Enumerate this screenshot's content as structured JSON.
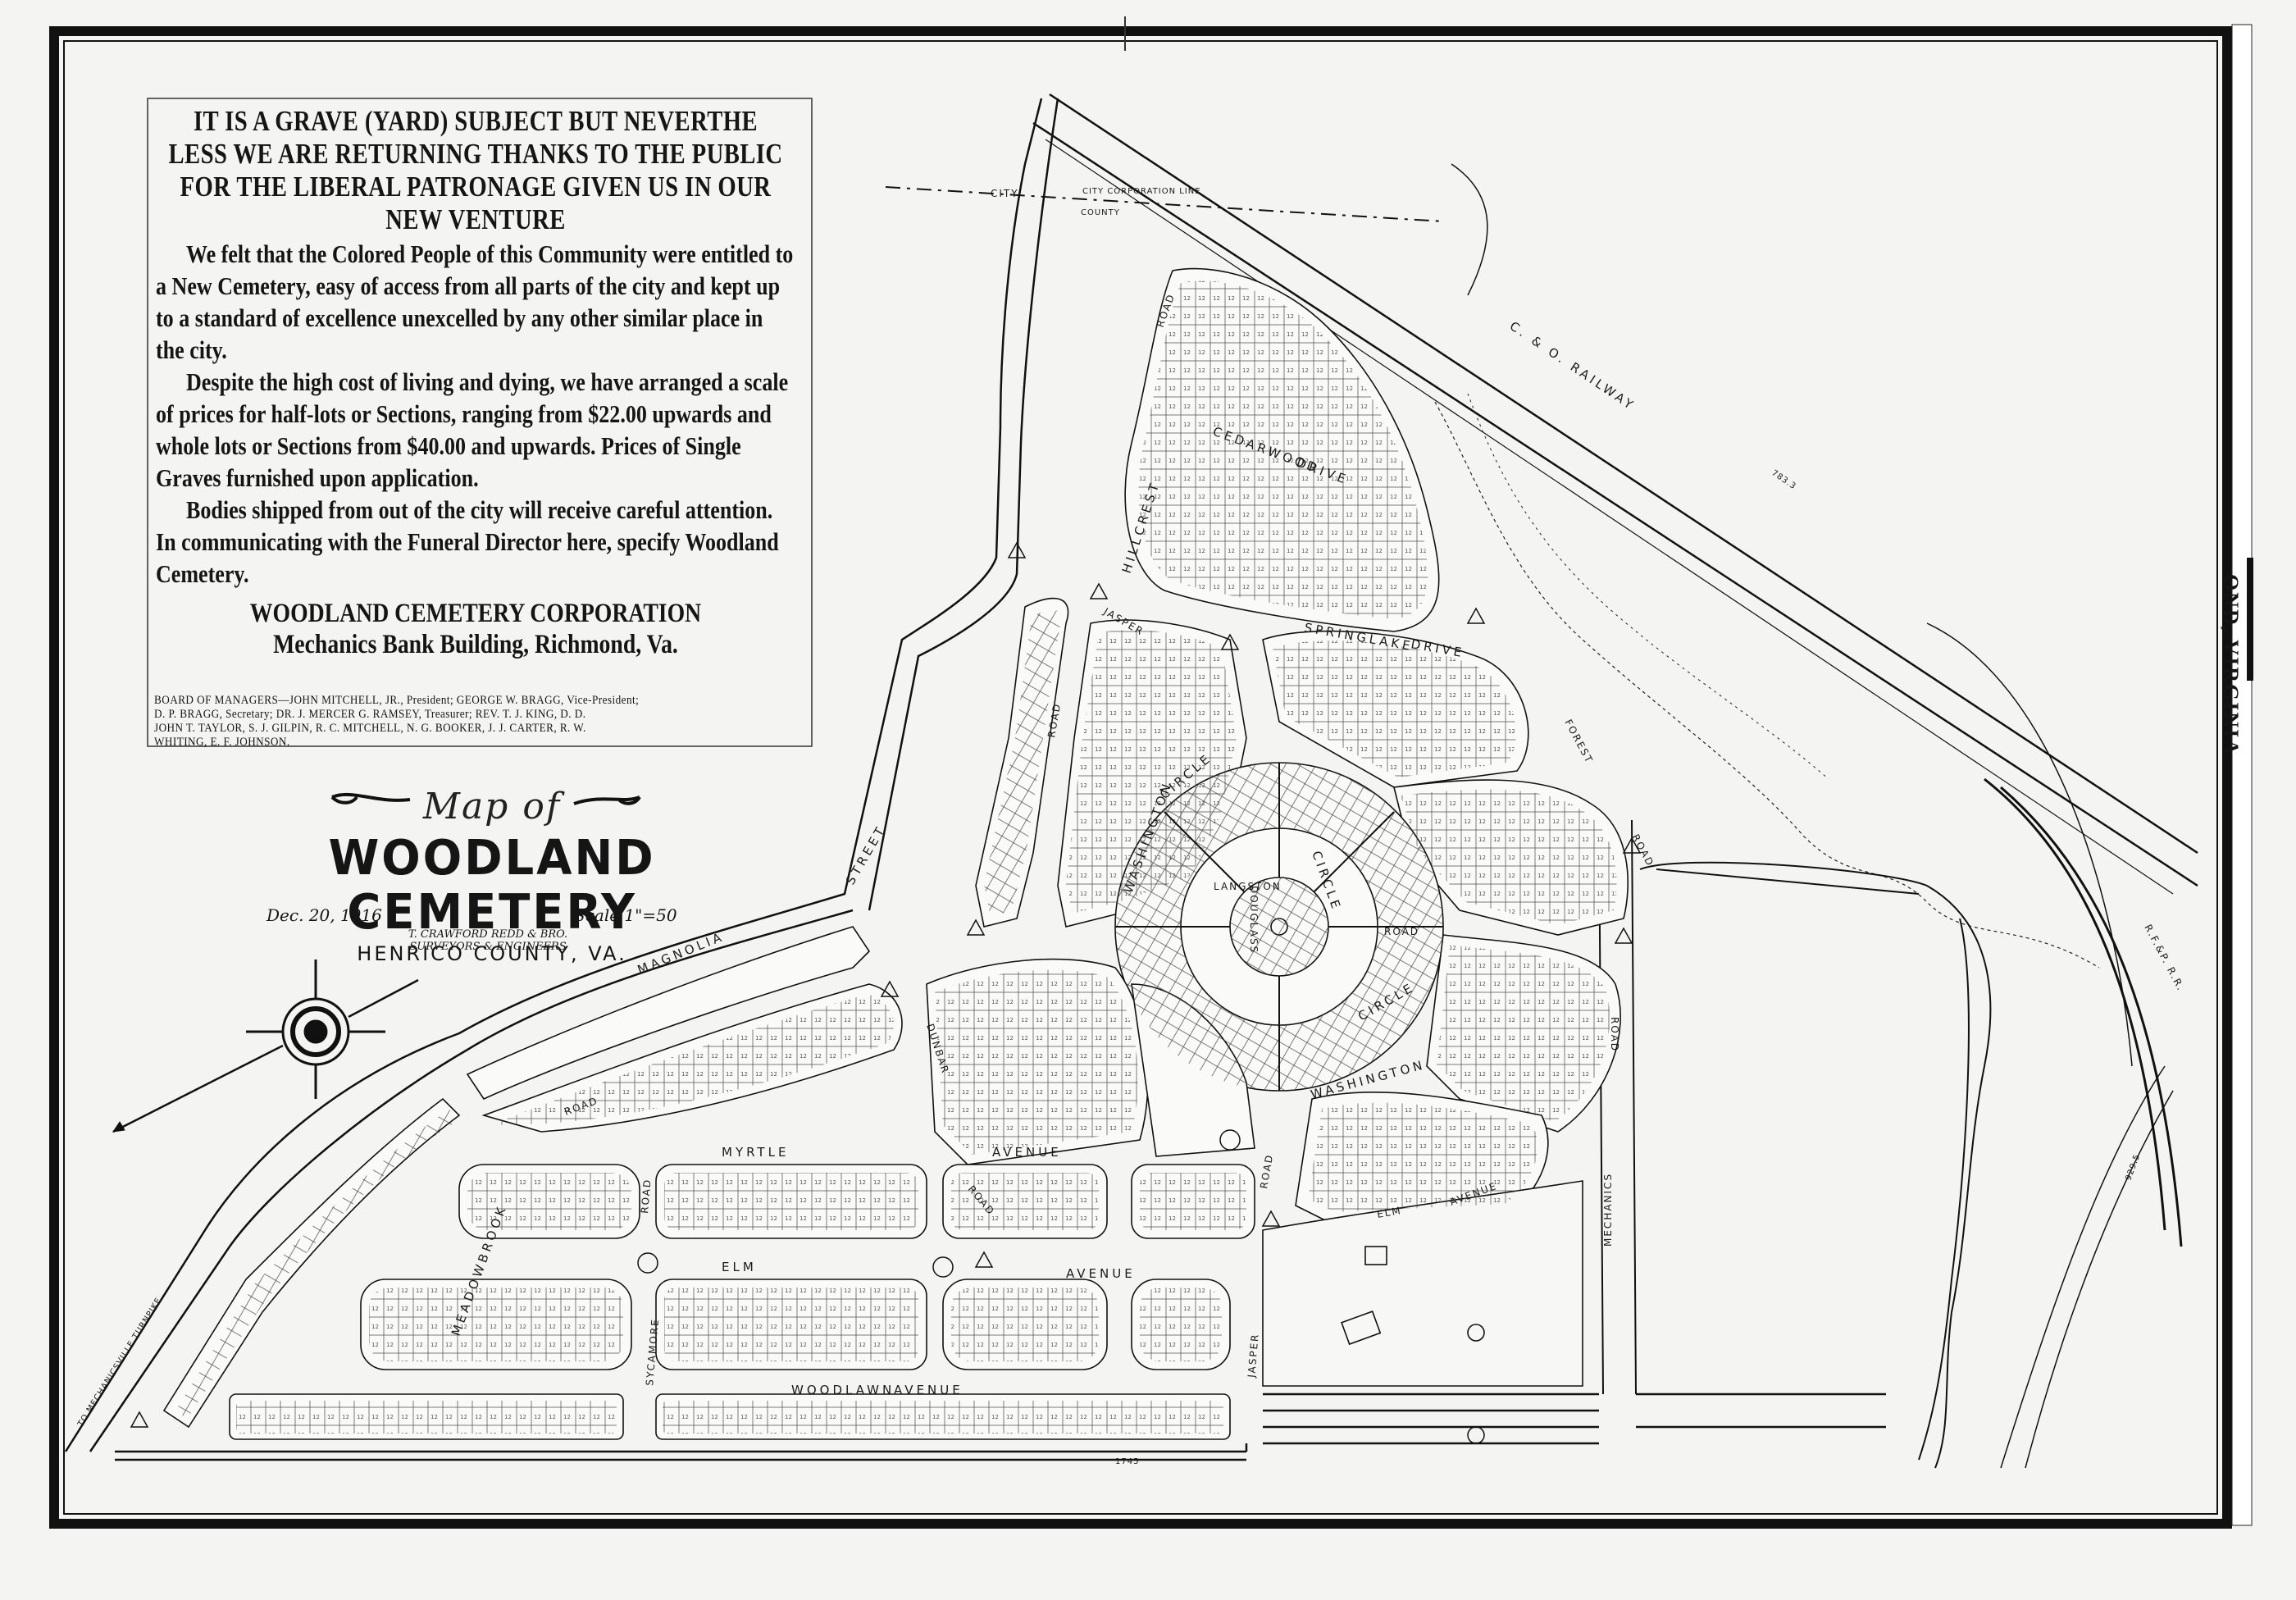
{
  "advert": {
    "headline": [
      "IT IS A GRAVE (YARD) SUBJECT BUT NEVERTHE",
      "LESS WE ARE RETURNING THANKS TO THE PUBLIC",
      "FOR THE LIBERAL PATRONAGE GIVEN US IN OUR",
      "NEW VENTURE"
    ],
    "paragraphs": [
      "We felt that the Colored People of this Community were entitled to a New Cemetery, easy of access from all parts of the city and kept up to a standard of excellence unexcelled by any other similar place in the city.",
      "Despite the high cost of living and dying, we have arranged a scale of prices for half-lots or Sections, ranging from $22.00 upwards and whole lots or Sections from $40.00 and upwards. Prices of Single Graves furnished upon application.",
      "Bodies shipped from out of the city will receive careful attention. In communicating with the Funeral Director here, specify Woodland Cemetery."
    ],
    "corporation": "WOODLAND CEMETERY CORPORATION",
    "address": "Mechanics Bank Building, Richmond, Va.",
    "managers": [
      "BOARD OF MANAGERS—JOHN MITCHELL, JR., President; GEORGE W. BRAGG, Vice-President;",
      "D. P. BRAGG, Secretary; DR. J. MERCER G. RAMSEY, Treasurer; REV. T. J. KING, D. D.",
      "JOHN T. TAYLOR, S. J. GILPIN, R. C. MITCHELL, N. G. BOOKER, J. J. CARTER, R. W.",
      "WHITING, E. F. JOHNSON."
    ]
  },
  "title_block": {
    "map_of": "Map of",
    "title": "WOODLAND CEMETERY",
    "county": "HENRICO COUNTY, VA.",
    "date": "Dec. 20, 1916",
    "scale": "Scale 1\"=50",
    "surveyors": [
      "T. CRAWFORD REDD & BRO.",
      "SURVEYORS & ENGINEERS"
    ]
  },
  "map_labels": {
    "city": "CITY",
    "city_corp_line": "CITY CORPORATION LINE",
    "county": "COUNTY",
    "railway": "C. & O. RAILWAY",
    "rfp_rr": "R.F.&P. R.R.",
    "road_top": "ROAD",
    "cedarwood": "CEDARWOOD",
    "drive": "DRIVE",
    "hillcrest": "HILLCREST",
    "springlake": "SPRINGLAKE",
    "drive2": "DRIVE",
    "jasper": "JASPER",
    "road": "ROAD",
    "washington": "WASHINGTON",
    "circle": "CIRCLE",
    "douglass": "DOUGLASS",
    "langston": "LANGSTON",
    "road2": "ROAD",
    "magnolia": "MAGNOLIA",
    "street": "STREET",
    "meadowbrook": "MEADOWBROOK",
    "myrtle": "MYRTLE",
    "avenue": "AVENUE",
    "elm": "ELM",
    "dunbar": "DUNBAR",
    "sycamore": "SYCAMORE",
    "woodlawn": "WOODLAWN",
    "mechanics": "MECHANICS",
    "jasper2": "JASPER",
    "to_mechanicsville": "TO MECHANICSVILLE TURNPIKE",
    "forest": "FOREST",
    "dim_1": "1745",
    "dim_2": "783.3",
    "dim_3": "929.5"
  },
  "side_text": "OND, VIRGINIA"
}
